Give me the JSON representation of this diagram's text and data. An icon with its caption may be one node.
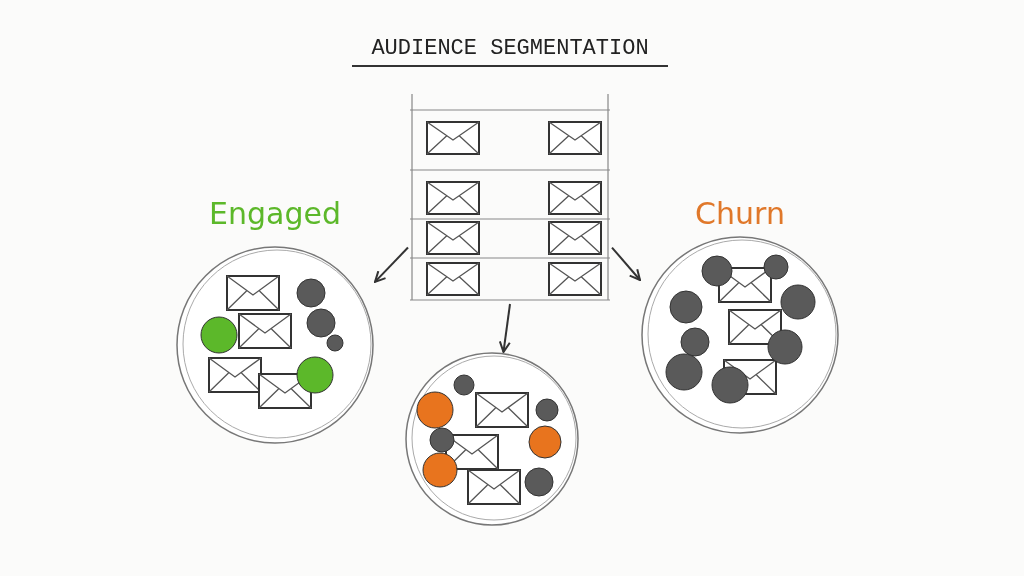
{
  "diagram": {
    "title": "AUDIENCE SEGMENTATION",
    "nodes": [
      {
        "text": [],
        "shape": "box"
      },
      {
        "text": [
          "Engaged"
        ]
      },
      {
        "text": [],
        "shape": "circle"
      },
      {
        "text": [
          "Churn"
        ]
      }
    ],
    "edges": [
      {
        "from": 0,
        "to": 1,
        "arrow": "to"
      },
      {
        "from": 0,
        "to": 2,
        "arrow": "to"
      },
      {
        "from": 0,
        "to": 3,
        "arrow": "to"
      }
    ]
  }
}
